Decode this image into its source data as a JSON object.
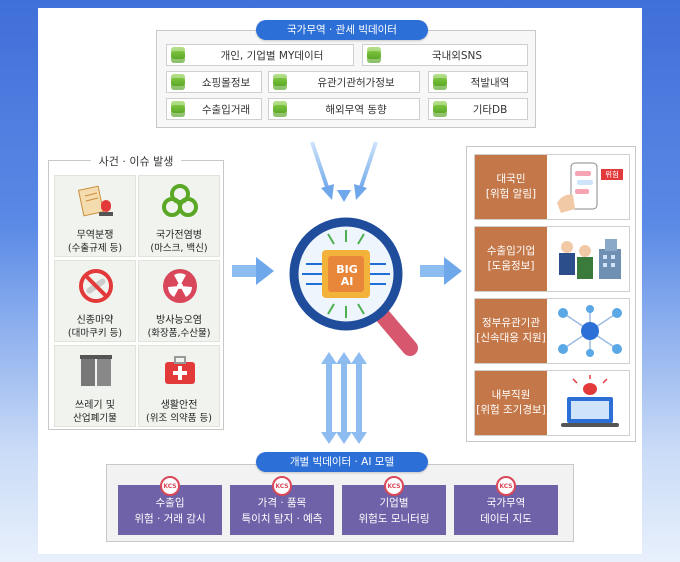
{
  "top": {
    "title": "국가무역 · 관세 빅데이터",
    "rows": [
      [
        "개인, 기업별 MY데이터",
        "국내외SNS"
      ],
      [
        "쇼핑몰정보",
        "유관기관허가정보",
        "적발내역"
      ],
      [
        "수출입거래",
        "해외무역 동향",
        "기타DB"
      ]
    ]
  },
  "left": {
    "title": "사건 · 이슈 발생",
    "tiles": [
      {
        "icon": "document-alarm-icon",
        "line1": "무역분쟁",
        "line2": "(수출규제 등)"
      },
      {
        "icon": "biohazard-icon",
        "line1": "국가전염병",
        "line2": "(마스크, 백신)"
      },
      {
        "icon": "no-drugs-icon",
        "line1": "신종마약",
        "line2": "(대마쿠키 등)"
      },
      {
        "icon": "radiation-icon",
        "line1": "방사능오염",
        "line2": "(화장품,수산물)"
      },
      {
        "icon": "trash-bins-icon",
        "line1": "쓰레기 및",
        "line2": "산업폐기물"
      },
      {
        "icon": "first-aid-kit-icon",
        "line1": "생활안전",
        "line2": "(위조 의약품 등)"
      }
    ]
  },
  "center": {
    "chip_line1": "BIG",
    "chip_line2": "AI"
  },
  "right": {
    "rows": [
      {
        "line1": "대국민",
        "line2": "[위험 알림]",
        "icon": "phone-alert-icon",
        "badge": "위험"
      },
      {
        "line1": "수출입기업",
        "line2": "[도움정보]",
        "icon": "business-people-icon"
      },
      {
        "line1": "정부유관기관",
        "line2": "[신속대응 지원]",
        "icon": "network-icon"
      },
      {
        "line1": "내부직원",
        "line2": "[위험 조기경보]",
        "icon": "laptop-siren-icon"
      }
    ]
  },
  "bottom": {
    "title": "개별 빅데이터 · AI 모델",
    "models": [
      {
        "line1": "수출입",
        "line2": "위험 · 거래 감시"
      },
      {
        "line1": "가격 · 품목",
        "line2": "특이치 탐지 · 예측"
      },
      {
        "line1": "기업별",
        "line2": "위험도 모니터링"
      },
      {
        "line1": "국가무역",
        "line2": "데이터 지도"
      }
    ],
    "seal_text": "KCS"
  },
  "colors": {
    "accent_blue": "#2c6fd6",
    "tile_bg": "#f1f4ee",
    "right_label": "#c4784a",
    "model_purple": "#6f62a8",
    "db_green": "#5aa826"
  }
}
